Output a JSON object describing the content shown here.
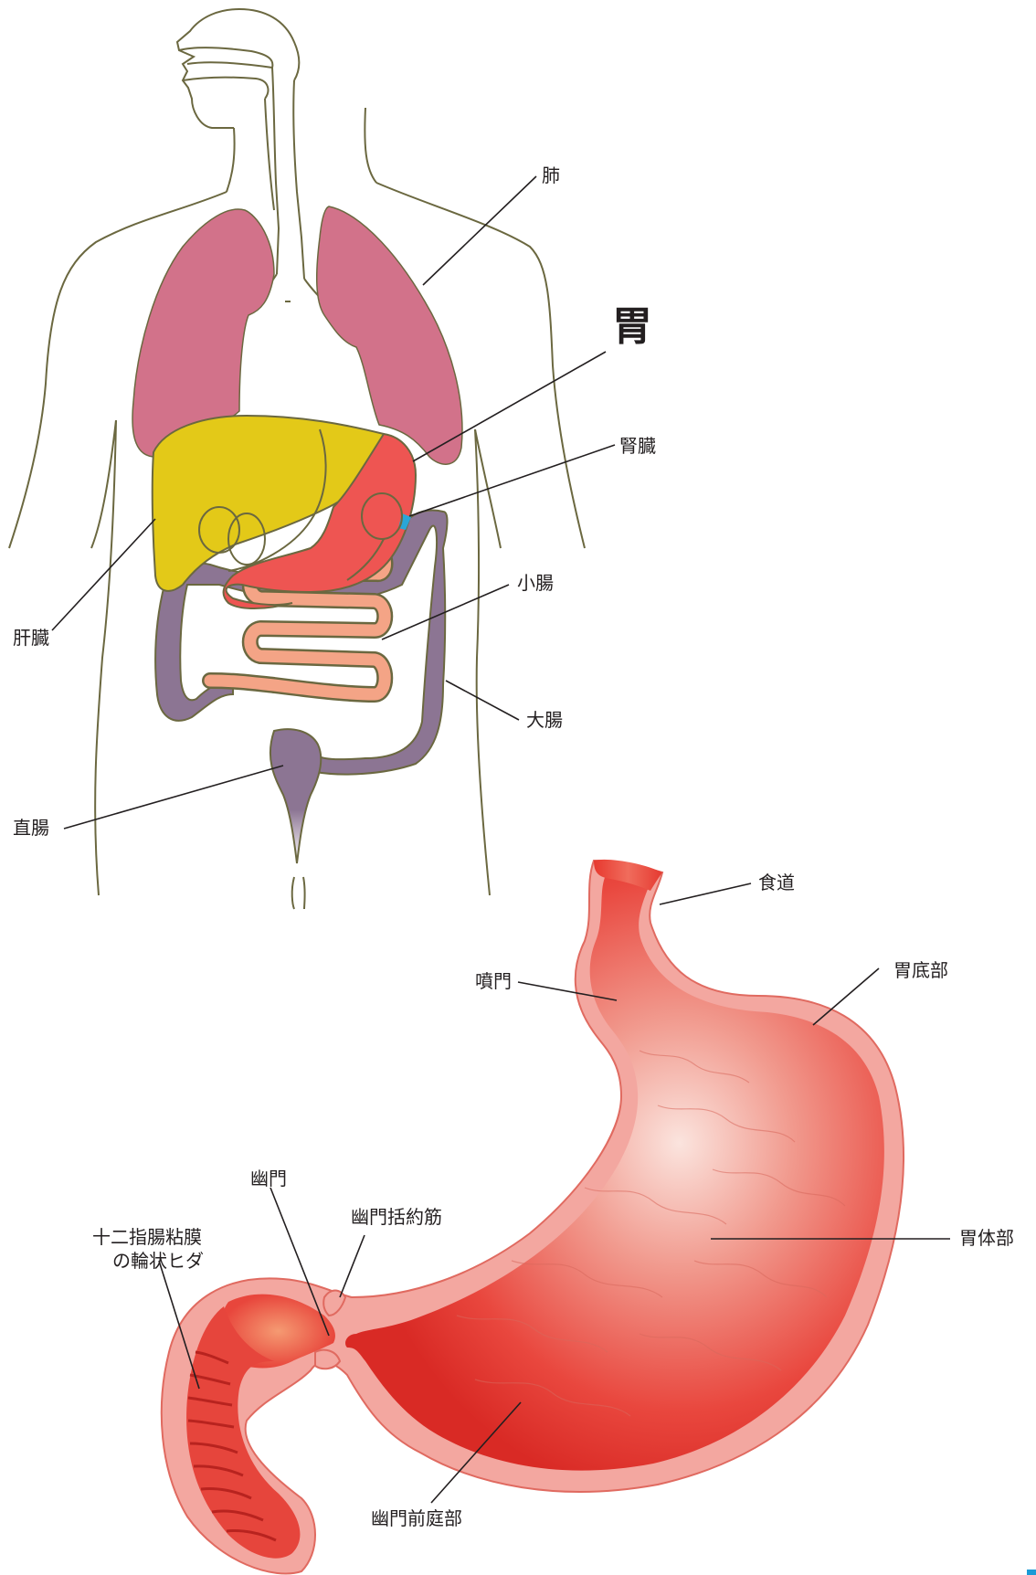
{
  "figure": {
    "body_labels": {
      "lung": "肺",
      "stomach": "胃",
      "kidney": "腎臓",
      "small_intestine": "小腸",
      "liver": "肝臓",
      "large_intestine": "大腸",
      "rectum": "直腸"
    },
    "stomach_labels": {
      "esophagus": "食道",
      "cardia": "噴門",
      "fundus": "胃底部",
      "pylorus": "幽門",
      "pyloric_sphincter": "幽門括約筋",
      "duodenum_folds_line1": "十二指腸粘膜",
      "duodenum_folds_line2": "の輪状ヒダ",
      "body": "胃体部",
      "antrum": "幽門前庭部"
    }
  },
  "colors": {
    "lung": "#d2728a",
    "liver": "#e3c918",
    "stomach": "#ee5552",
    "large_intestine": "#8c7593",
    "small_intestine": "#f4a486",
    "kidney": "#29a6d8",
    "outline": "#6b6840",
    "stomach_wall": "#f3a7a0",
    "stomach_inner": "#e8322e",
    "accent_mark": "#1a9bd7"
  }
}
